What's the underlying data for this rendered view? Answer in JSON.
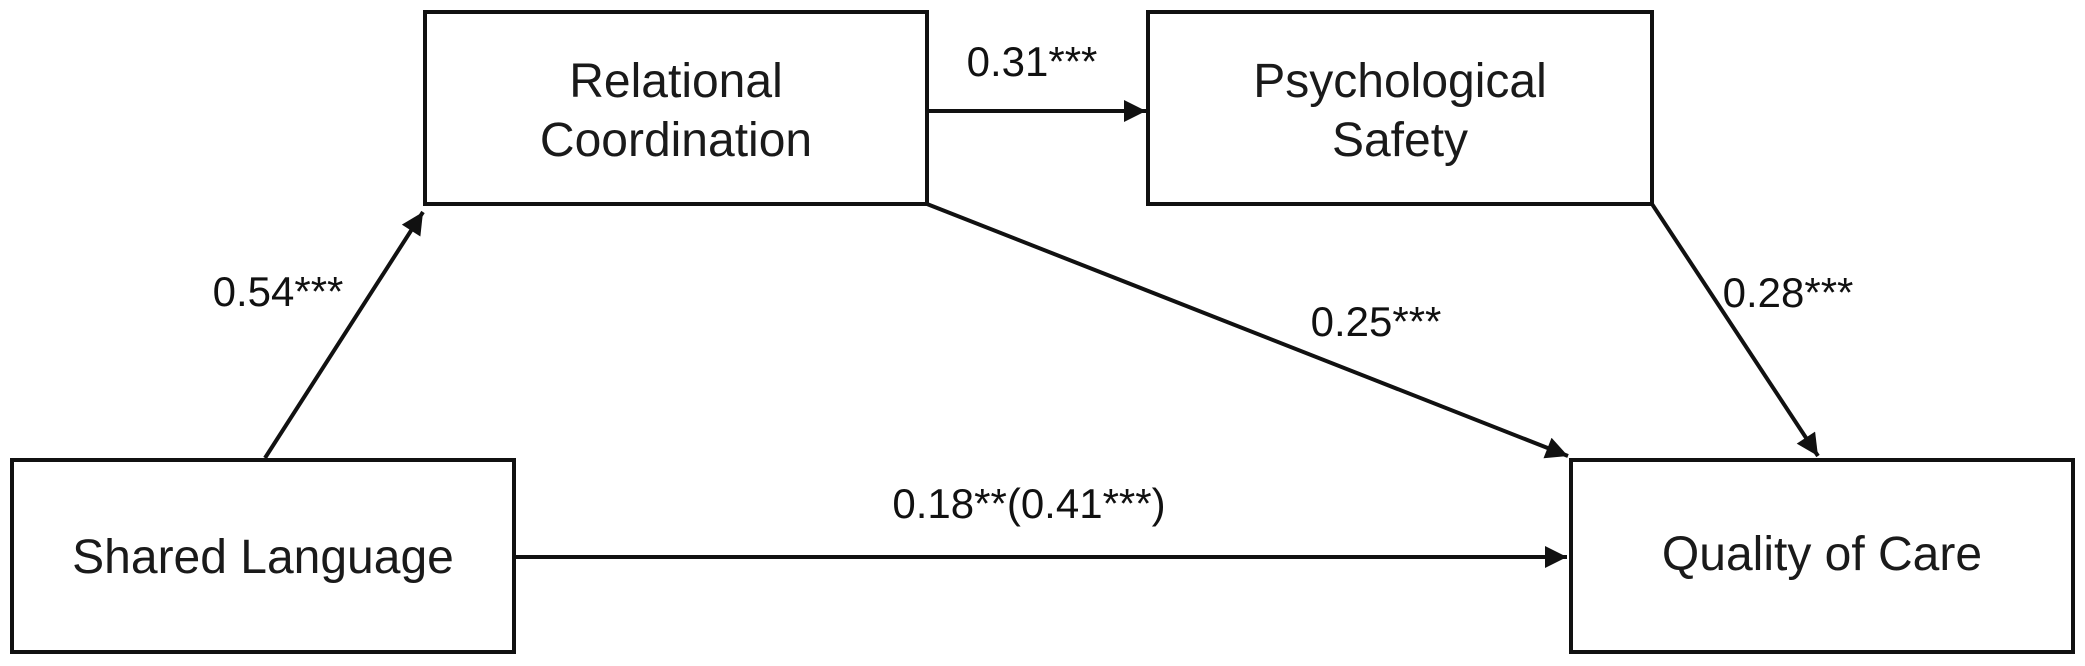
{
  "nodes": {
    "relational_coordination": {
      "lines": [
        "Relational",
        "Coordination"
      ]
    },
    "psychological_safety": {
      "lines": [
        "Psychological",
        "Safety"
      ]
    },
    "shared_language": {
      "lines": [
        "Shared Language"
      ]
    },
    "quality_of_care": {
      "lines": [
        "Quality of Care"
      ]
    }
  },
  "edges": {
    "shared_to_relational": {
      "from": "Shared Language",
      "to": "Relational Coordination",
      "label": "0.54***"
    },
    "relational_to_psychological": {
      "from": "Relational Coordination",
      "to": "Psychological Safety",
      "label": "0.31***"
    },
    "relational_to_quality": {
      "from": "Relational Coordination",
      "to": "Quality of Care",
      "label": "0.25***"
    },
    "psychological_to_quality": {
      "from": "Psychological Safety",
      "to": "Quality of Care",
      "label": "0.28***"
    },
    "shared_to_quality": {
      "from": "Shared Language",
      "to": "Quality of Care",
      "label": "0.18**(0.41***)"
    }
  },
  "colors": {
    "stroke": "#111111",
    "background": "#ffffff",
    "text": "#1a1a1a"
  }
}
